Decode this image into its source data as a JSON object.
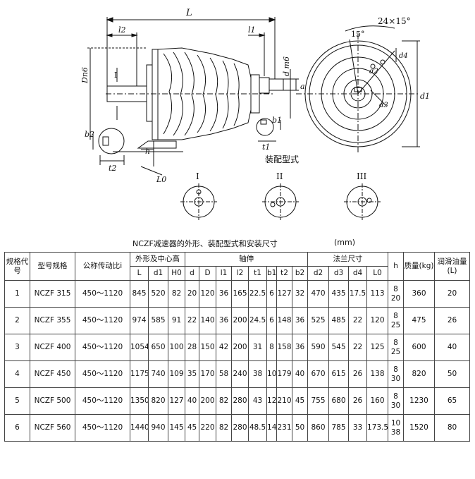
{
  "drawing": {
    "dim_L": "L",
    "dim_l2_top": "l2",
    "dim_l1_top": "l1",
    "dim_Dn6": "Dn6",
    "dim_dm6": "d m6",
    "dim_a": "a",
    "dim_I": "I",
    "dim_b2": "b2",
    "dim_t2": "t2",
    "dim_h": "h",
    "dim_L0": "L0",
    "dim_b1": "b1",
    "dim_t1": "t1",
    "dim_24x15": "24×15°",
    "dim_15deg": "15°",
    "dim_d2": "d2",
    "dim_d3": "d3",
    "dim_d4": "d4",
    "dim_d1": "d1",
    "assembly_label": "装配型式",
    "variant_I": "I",
    "variant_II": "II",
    "variant_III": "III"
  },
  "table_title": "NCZF减速器的外形、装配型式和安装尺寸",
  "table_unit": "(mm)",
  "headers": {
    "spec_code": "规格代号",
    "model": "型号规格",
    "ratio": "公称传动比i",
    "outline": "外形及中心高",
    "shaft": "轴伸",
    "flange": "法兰尺寸",
    "h": "h",
    "mass": "质量(kg)",
    "oil": "润滑油量(L)",
    "L": "L",
    "d1": "d1",
    "H0": "H0",
    "d": "d",
    "D": "D",
    "l1": "l1",
    "l2": "l2",
    "t1": "t1",
    "b1": "b1",
    "t2": "t2",
    "b2": "b2",
    "d2": "d2",
    "d3": "d3",
    "d4": "d4",
    "L0": "L0"
  },
  "rows": [
    {
      "code": "1",
      "model": "NCZF 315",
      "ratio": "450～1120",
      "L": "845",
      "d1": "520",
      "H0": "82",
      "d": "20",
      "D": "120",
      "l1": "36",
      "l2": "165",
      "t1": "22.5",
      "b1": "6",
      "t2": "127",
      "b2": "32",
      "d2": "470",
      "d3": "435",
      "d4": "17.5",
      "L0": "113",
      "h": "8 20",
      "mass": "360",
      "oil": "20"
    },
    {
      "code": "2",
      "model": "NCZF 355",
      "ratio": "450～1120",
      "L": "974",
      "d1": "585",
      "H0": "91",
      "d": "22",
      "D": "140",
      "l1": "36",
      "l2": "200",
      "t1": "24.5",
      "b1": "6",
      "t2": "148",
      "b2": "36",
      "d2": "525",
      "d3": "485",
      "d4": "22",
      "L0": "120",
      "h": "8 25",
      "mass": "475",
      "oil": "26"
    },
    {
      "code": "3",
      "model": "NCZF 400",
      "ratio": "450～1120",
      "L": "1054",
      "d1": "650",
      "H0": "100",
      "d": "28",
      "D": "150",
      "l1": "42",
      "l2": "200",
      "t1": "31",
      "b1": "8",
      "t2": "158",
      "b2": "36",
      "d2": "590",
      "d3": "545",
      "d4": "22",
      "L0": "125",
      "h": "8 25",
      "mass": "600",
      "oil": "40"
    },
    {
      "code": "4",
      "model": "NCZF 450",
      "ratio": "450～1120",
      "L": "1175",
      "d1": "740",
      "H0": "109",
      "d": "35",
      "D": "170",
      "l1": "58",
      "l2": "240",
      "t1": "38",
      "b1": "10",
      "t2": "179",
      "b2": "40",
      "d2": "670",
      "d3": "615",
      "d4": "26",
      "L0": "138",
      "h": "8 30",
      "mass": "820",
      "oil": "50"
    },
    {
      "code": "5",
      "model": "NCZF 500",
      "ratio": "450～1120",
      "L": "1350",
      "d1": "820",
      "H0": "127",
      "d": "40",
      "D": "200",
      "l1": "82",
      "l2": "280",
      "t1": "43",
      "b1": "12",
      "t2": "210",
      "b2": "45",
      "d2": "755",
      "d3": "680",
      "d4": "26",
      "L0": "160",
      "h": "8 30",
      "mass": "1230",
      "oil": "65"
    },
    {
      "code": "6",
      "model": "NCZF 560",
      "ratio": "450～1120",
      "L": "1440",
      "d1": "940",
      "H0": "145",
      "d": "45",
      "D": "220",
      "l1": "82",
      "l2": "280",
      "t1": "48.5",
      "b1": "14",
      "t2": "231",
      "b2": "50",
      "d2": "860",
      "d3": "785",
      "d4": "33",
      "L0": "173.5",
      "h": "10 38",
      "mass": "1520",
      "oil": "80"
    }
  ]
}
